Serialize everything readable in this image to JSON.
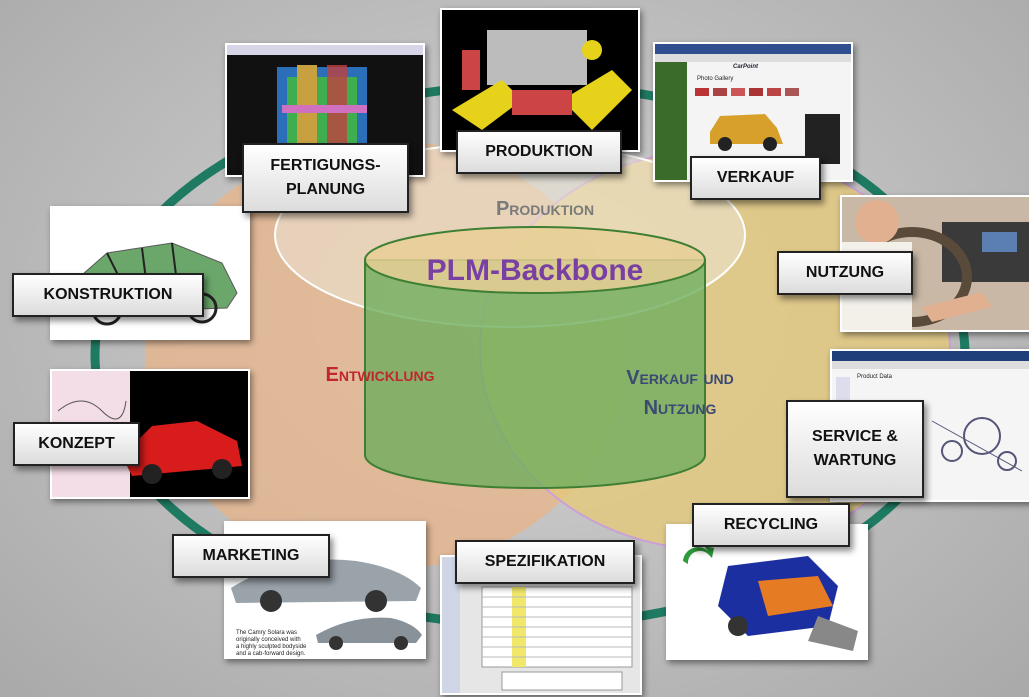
{
  "center": {
    "title": "PLM-Backbone"
  },
  "domains": {
    "produktion": "Produktion",
    "entwicklung": "Entwicklung",
    "verkauf_line1": "Verkauf und",
    "verkauf_line2": "Nutzung"
  },
  "stages": {
    "produktion": "PRODUKTION",
    "fertigungsplanung": "FERTIGUNGS-\nPLANUNG",
    "verkauf": "VERKAUF",
    "nutzung": "NUTZUNG",
    "konstruktion": "KONSTRUKTION",
    "konzept": "KONZEPT",
    "service": "SERVICE &\nWARTUNG",
    "recycling": "RECYCLING",
    "spezifikation": "SPEZIFIKATION",
    "marketing": "MARKETING"
  },
  "images": {
    "verkauf_screen": {
      "brand": "CarPoint",
      "heading": "Photo Gallery"
    },
    "service_screen": {
      "heading": "Product Data"
    },
    "marketing_caption": [
      "The Camry Solara was",
      "originally conceived with",
      "a highly sculpted bodyside",
      "and a cab-forward design."
    ]
  },
  "colors": {
    "ring": "#1f7a62",
    "title": "#7a3fa3",
    "produktion_text": "#7a7a7a",
    "entwicklung_text": "#c0262d",
    "verkauf_text": "#3b4a73",
    "entwicklung_fill": "#e8b48a",
    "verkauf_fill": "#e4c87a",
    "cylinder_fill": "#6fae5e"
  }
}
